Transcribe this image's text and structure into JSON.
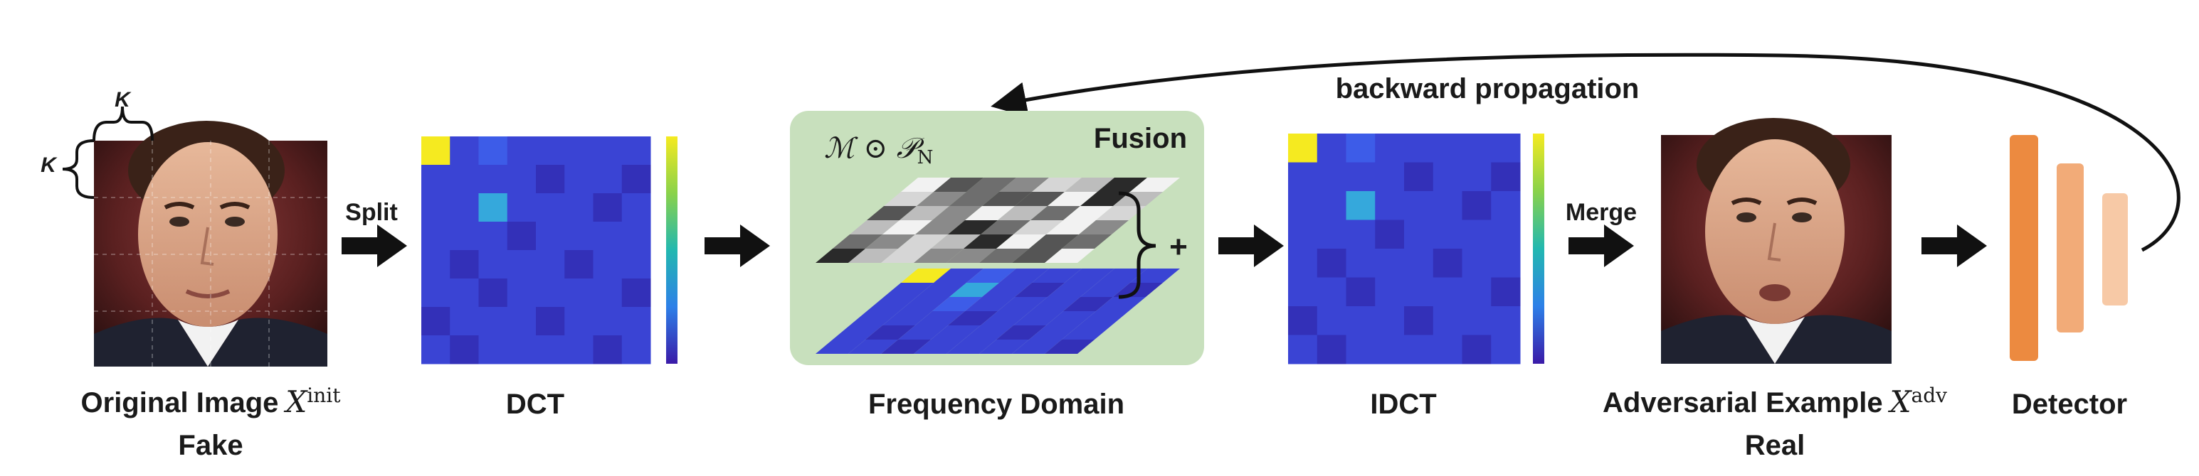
{
  "labels": {
    "original_image": "Original Image",
    "original_image_sym": "X",
    "original_image_sup": "init",
    "fake": "Fake",
    "split": "Split",
    "kernel_k": "K",
    "dct": "DCT",
    "fusion": "Fusion",
    "mask_formula": "ℳ ⊙ 𝒫",
    "mask_formula_sub": "N",
    "plus": "+",
    "frequency_domain": "Frequency Domain",
    "idct": "IDCT",
    "merge": "Merge",
    "adversarial_example": "Adversarial Example",
    "adversarial_sym": "X",
    "adversarial_sup": "adv",
    "real": "Real",
    "detector": "Detector",
    "backward": "backward propagation"
  },
  "colors": {
    "fake": "#e02020",
    "real": "#1faa4a",
    "fusion_bg": "#c8e0bd",
    "heat_base": "#3a44d4",
    "heat_dark": "#3330b8",
    "heat_mid": "#3d5ce8",
    "heat_cyan": "#35a8dc",
    "heat_yellow": "#f5ea20",
    "detector_1": "#ec8a40",
    "detector_2": "#f2ab78",
    "detector_3": "#f7c9a6",
    "arrow": "#111111"
  },
  "icons": {
    "face_original": "face-photo-icon",
    "face_adversarial": "face-photo-icon",
    "heatmap": "dct-heatmap-icon",
    "colorbar": "colorbar-icon",
    "detector": "detector-bars-icon"
  }
}
